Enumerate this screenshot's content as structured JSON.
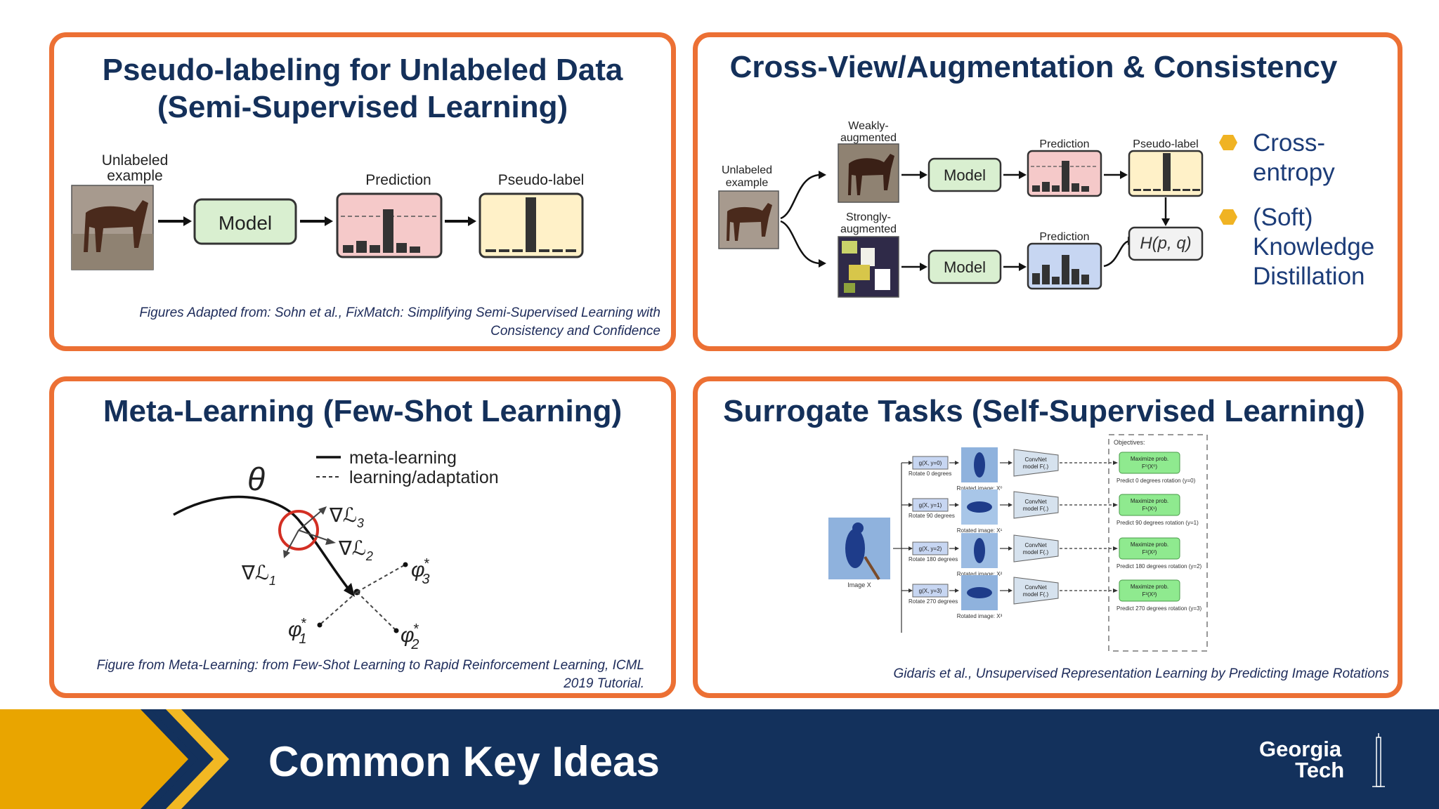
{
  "panels": {
    "pseudo": {
      "title_line1": "Pseudo-labeling for Unlabeled Data",
      "title_line2": "(Semi-Supervised Learning)",
      "unlabeled_line1": "Unlabeled",
      "unlabeled_line2": "example",
      "model": "Model",
      "prediction": "Prediction",
      "pseudo_label": "Pseudo-label",
      "caption_line1": "Figures Adapted from: Sohn et al., FixMatch: Simplifying Semi-Supervised Learning with",
      "caption_line2": "Consistency and Confidence"
    },
    "crossview": {
      "title": "Cross-View/Augmentation & Consistency",
      "weak_line1": "Weakly-",
      "weak_line2": "augmented",
      "strong_line1": "Strongly-",
      "strong_line2": "augmented",
      "unlabeled_line1": "Unlabeled",
      "unlabeled_line2": "example",
      "model": "Model",
      "prediction": "Prediction",
      "pseudo_label": "Pseudo-label",
      "loss": "H(p, q)",
      "bullets": [
        "Cross-entropy",
        "(Soft) Knowledge Distillation"
      ],
      "bullet_color": "#f0b323"
    },
    "meta": {
      "title": "Meta-Learning (Few-Shot Learning)",
      "legend_solid": "meta-learning",
      "legend_dashed": "learning/adaptation",
      "theta": "θ",
      "grad1": "∇ℒ",
      "grad1_sub": "1",
      "grad2": "∇ℒ",
      "grad2_sub": "2",
      "grad3": "∇ℒ",
      "grad3_sub": "3",
      "phi": "φ",
      "star": "*",
      "phi1_sub": "1",
      "phi2_sub": "2",
      "phi3_sub": "3",
      "caption_line1": "Figure from Meta-Learning: from Few-Shot Learning to Rapid  Reinforcement Learning, ICML",
      "caption_line2": "2019 Tutorial."
    },
    "surrogate": {
      "title": "Surrogate Tasks (Self-Supervised Learning)",
      "objectives": "Objectives:",
      "image_label": "Image X",
      "rows": [
        {
          "g": "g(X, y=0)",
          "rotate": "Rotate 0 degrees",
          "rotated": "Rotated image: X⁰",
          "convnet_line1": "ConvNet",
          "convnet_line2": "model F(.)",
          "max_line1": "Maximize prob.",
          "max_line2": "F⁰(X⁰)",
          "predict": "Predict 0 degrees rotation (y=0)"
        },
        {
          "g": "g(X, y=1)",
          "rotate": "Rotate 90 degrees",
          "rotated": "Rotated image: X¹",
          "convnet_line1": "ConvNet",
          "convnet_line2": "model F(.)",
          "max_line1": "Maximize prob.",
          "max_line2": "F¹(X¹)",
          "predict": "Predict 90 degrees rotation (y=1)"
        },
        {
          "g": "g(X, y=2)",
          "rotate": "Rotate 180 degrees",
          "rotated": "Rotated image: X²",
          "convnet_line1": "ConvNet",
          "convnet_line2": "model F(.)",
          "max_line1": "Maximize prob.",
          "max_line2": "F²(X²)",
          "predict": "Predict 180 degrees rotation (y=2)"
        },
        {
          "g": "g(X, y=3)",
          "rotate": "Rotate 270 degrees",
          "rotated": "Rotated image: X³",
          "convnet_line1": "ConvNet",
          "convnet_line2": "model F(.)",
          "max_line1": "Maximize prob.",
          "max_line2": "F³(X³)",
          "predict": "Predict 270 degrees rotation (y=3)"
        }
      ],
      "caption": "Gidaris et al., Unsupervised Representation Learning by Predicting Image Rotations"
    }
  },
  "banner": {
    "title": "Common Key Ideas",
    "logo_line1": "Georgia",
    "logo_line2": "Tech"
  },
  "colors": {
    "panel_border": "#ec7034",
    "navy": "#13315c",
    "gold": "#e9a500",
    "prediction_fill": "#f5c9c9",
    "pseudo_fill": "#fff1c8",
    "model_fill": "#d9efd0",
    "blue_pred_fill": "#c7d6f2",
    "objective_fill": "#8fea8f"
  }
}
